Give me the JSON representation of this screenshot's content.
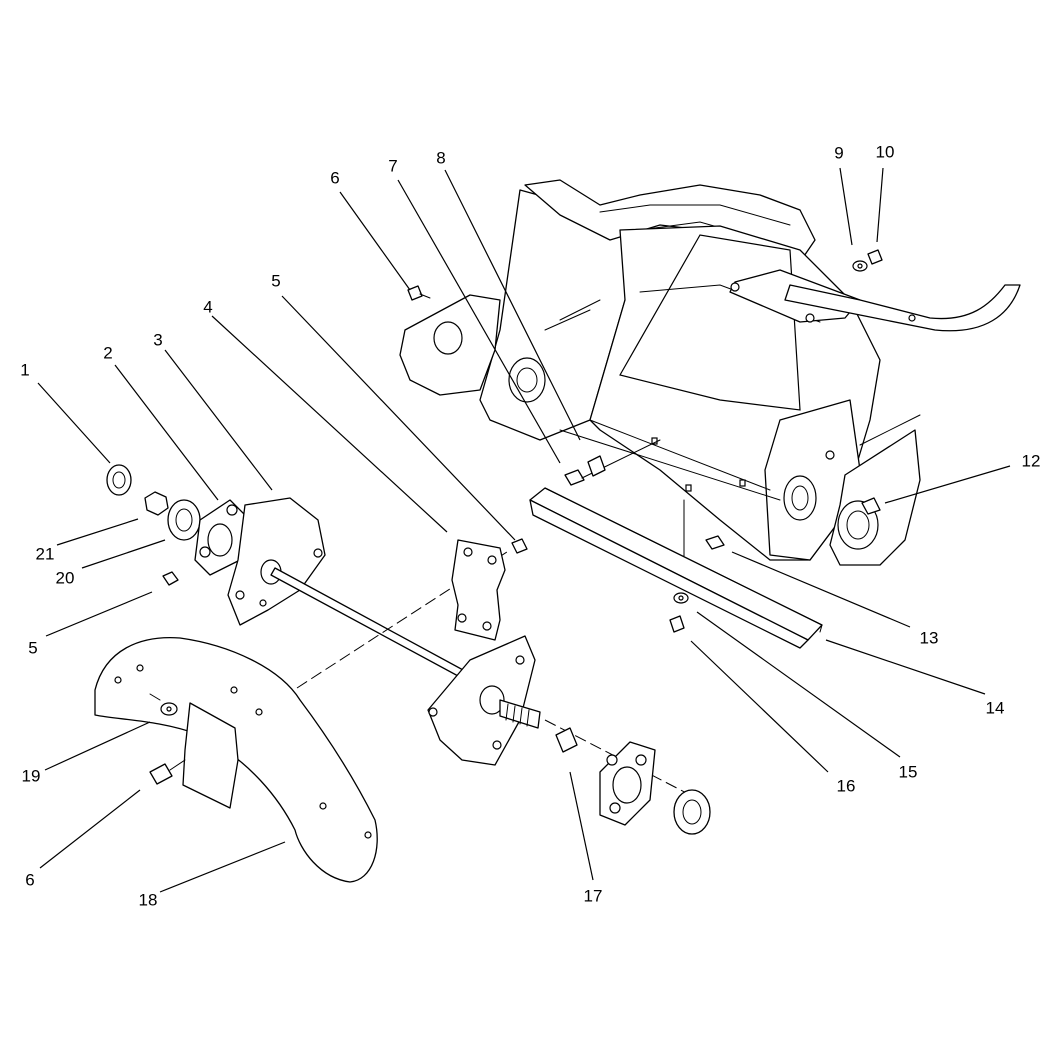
{
  "callouts": [
    {
      "id": "c1",
      "text": "1"
    },
    {
      "id": "c2",
      "text": "2"
    },
    {
      "id": "c3",
      "text": "3"
    },
    {
      "id": "c4",
      "text": "4"
    },
    {
      "id": "c5a",
      "text": "5"
    },
    {
      "id": "c5b",
      "text": "5"
    },
    {
      "id": "c6a",
      "text": "6"
    },
    {
      "id": "c6b",
      "text": "6"
    },
    {
      "id": "c7",
      "text": "7"
    },
    {
      "id": "c8",
      "text": "8"
    },
    {
      "id": "c9",
      "text": "9"
    },
    {
      "id": "c10",
      "text": "10"
    },
    {
      "id": "c12",
      "text": "12"
    },
    {
      "id": "c13",
      "text": "13"
    },
    {
      "id": "c14",
      "text": "14"
    },
    {
      "id": "c15",
      "text": "15"
    },
    {
      "id": "c16",
      "text": "16"
    },
    {
      "id": "c17",
      "text": "17"
    },
    {
      "id": "c18",
      "text": "18"
    },
    {
      "id": "c19",
      "text": "19"
    },
    {
      "id": "c20",
      "text": "20"
    },
    {
      "id": "c21",
      "text": "21"
    }
  ],
  "colors": {
    "line": "#000000",
    "background": "#ffffff"
  }
}
